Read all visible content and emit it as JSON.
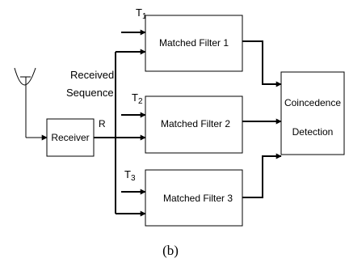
{
  "blocks": {
    "receiver": "Receiver",
    "filter1": "Matched Filter 1",
    "filter2": "Matched Filter  2",
    "filter3": "Matched Filter 3",
    "detection_line1": "Coincedence",
    "detection_line2": "Detection"
  },
  "labels": {
    "received_line1": "Received",
    "received_line2": "Sequence",
    "r": "R",
    "t1_base": "T",
    "t1_sub": "1",
    "t2_base": "T",
    "t2_sub": "2",
    "t3_base": "T",
    "t3_sub": "3"
  },
  "caption": "(b)"
}
